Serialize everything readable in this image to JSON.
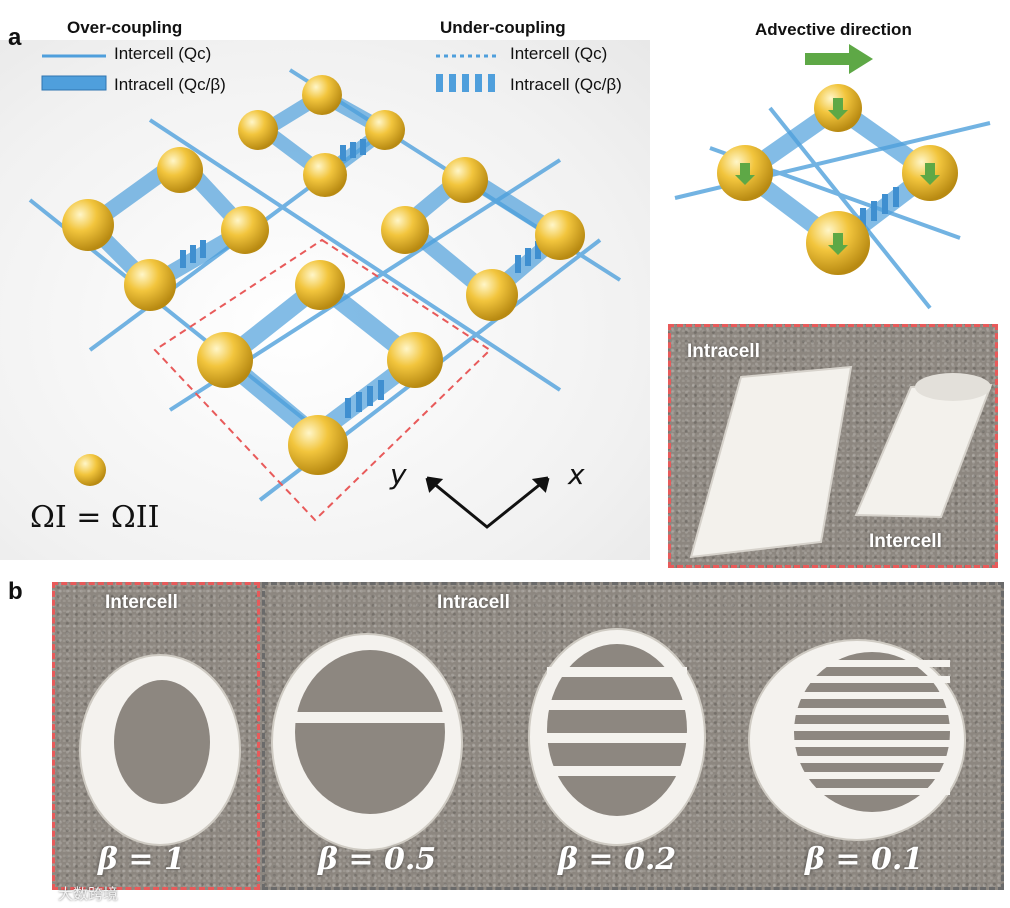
{
  "panel_a": {
    "letter": "a",
    "legend": {
      "over_coupling": {
        "title": "Over-coupling",
        "intercell": "Intercell (Qc)",
        "intracell": "Intracell (Qc/β)"
      },
      "under_coupling": {
        "title": "Under-coupling",
        "intercell": "Intercell (Qc)",
        "intracell": "Intracell (Qc/β)"
      }
    },
    "advective_direction": "Advective direction",
    "omega_equation": "ΩI = ΩII",
    "axis_y": "y",
    "axis_x": "x",
    "photo_labels": {
      "intracell": "Intracell",
      "intercell": "Intercell"
    },
    "colors": {
      "sphere": "#f2c53d",
      "channel": "#4f9fdc",
      "arrow": "#5ea846",
      "highlight": "#e85a5a"
    }
  },
  "panel_b": {
    "letter": "b",
    "intercell_label": "Intercell",
    "intracell_label": "Intracell",
    "betas": [
      "β = 1",
      "β = 0.5",
      "β = 0.2",
      "β = 0.1"
    ],
    "slat_counts": [
      0,
      1,
      4,
      9
    ]
  },
  "watermark": "大数跨境"
}
